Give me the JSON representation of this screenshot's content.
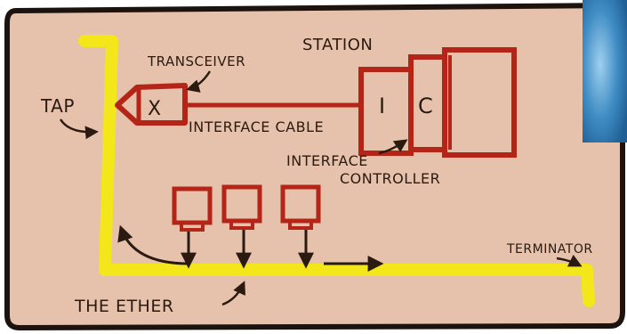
{
  "diagram": {
    "labels": {
      "station": "STATION",
      "transceiver": "TRANSCEIVER",
      "transceiver_box": "X",
      "tap": "TAP",
      "interface_cable": "INTERFACE CABLE",
      "interface_box": "I",
      "controller_box": "C",
      "interface_controller_line1": "INTERFACE",
      "interface_controller_line2": "CONTROLLER",
      "terminator": "TERMINATOR",
      "ether": "THE ETHER"
    },
    "colors": {
      "card": "#e6c2ad",
      "card_border": "#1c130f",
      "ink_red": "#b42417",
      "ether_yellow": "#f3e61a",
      "ink_dark": "#2b1a10",
      "photo_blue": "#3f8dc4"
    }
  }
}
